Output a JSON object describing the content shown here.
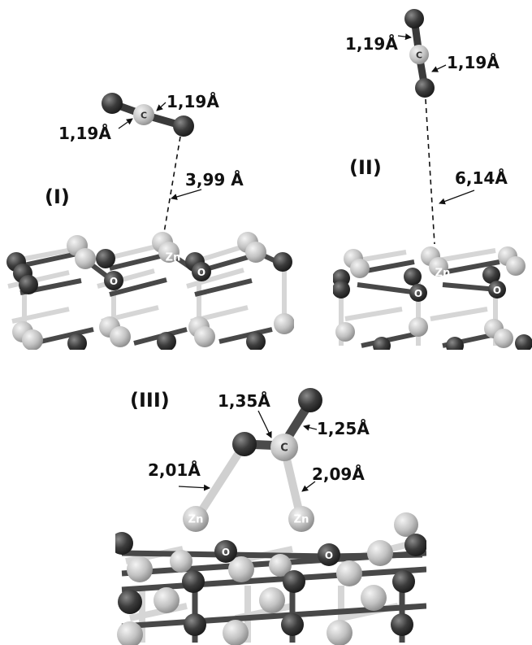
{
  "panels": [
    {
      "label": "(I)",
      "co2": {
        "bond_left": "1,19Å",
        "bond_right": "1,19Å"
      },
      "distance": "3,99 Å",
      "surface_atoms": {
        "zn": "Zn",
        "o": "O"
      }
    },
    {
      "label": "(II)",
      "co2": {
        "bond_top": "1,19Å",
        "bond_bottom": "1,19Å"
      },
      "distance": "6,14Å",
      "surface_atoms": {
        "zn": "Zn",
        "o": "O"
      }
    },
    {
      "label": "(III)",
      "bond_c_o_upper": "1,35Å",
      "bond_c_o_free": "1,25Å",
      "bond_o_zn": "2,01Å",
      "bond_c_zn": "2,09Å",
      "surface_atoms": {
        "zn": "Zn",
        "o": "O"
      }
    }
  ],
  "atoms": {
    "carbon": "C",
    "oxygen": "O",
    "zinc": "Zn"
  },
  "colors": {
    "oxygen": "#3a3a3a",
    "zinc": "#c4c4c4",
    "carbon": "#c9c9c9",
    "bond_dark": "#4a4a4a",
    "bond_light": "#d6d6d6"
  }
}
